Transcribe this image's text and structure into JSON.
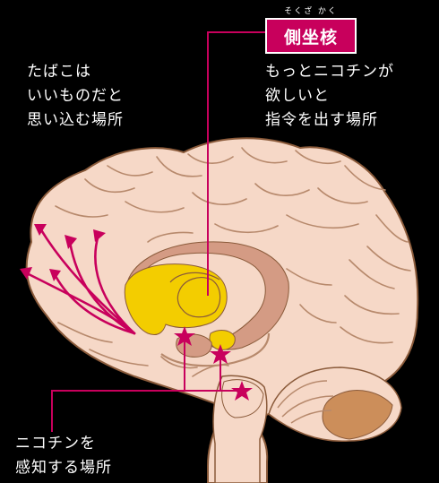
{
  "title_box": {
    "ruby": "そくざ かく",
    "name": "側坐核"
  },
  "labels": {
    "smoking_belief": [
      "たばこは",
      "いいものだと",
      "思い込む場所"
    ],
    "craving": [
      "もっとニコチンが",
      "欲しいと",
      "指令を出す場所"
    ],
    "nicotine_detect": [
      "ニコチンを",
      "感知する場所"
    ]
  },
  "colors": {
    "background": "#000000",
    "brain": "#f6d8c7",
    "brain_outline": "#8a5a3a",
    "fold": "#b7896c",
    "nucleus": "#f3cd00",
    "tissue": "#d49b84",
    "cerebellum": "#cc8e5a",
    "accent": "#c8005c"
  }
}
